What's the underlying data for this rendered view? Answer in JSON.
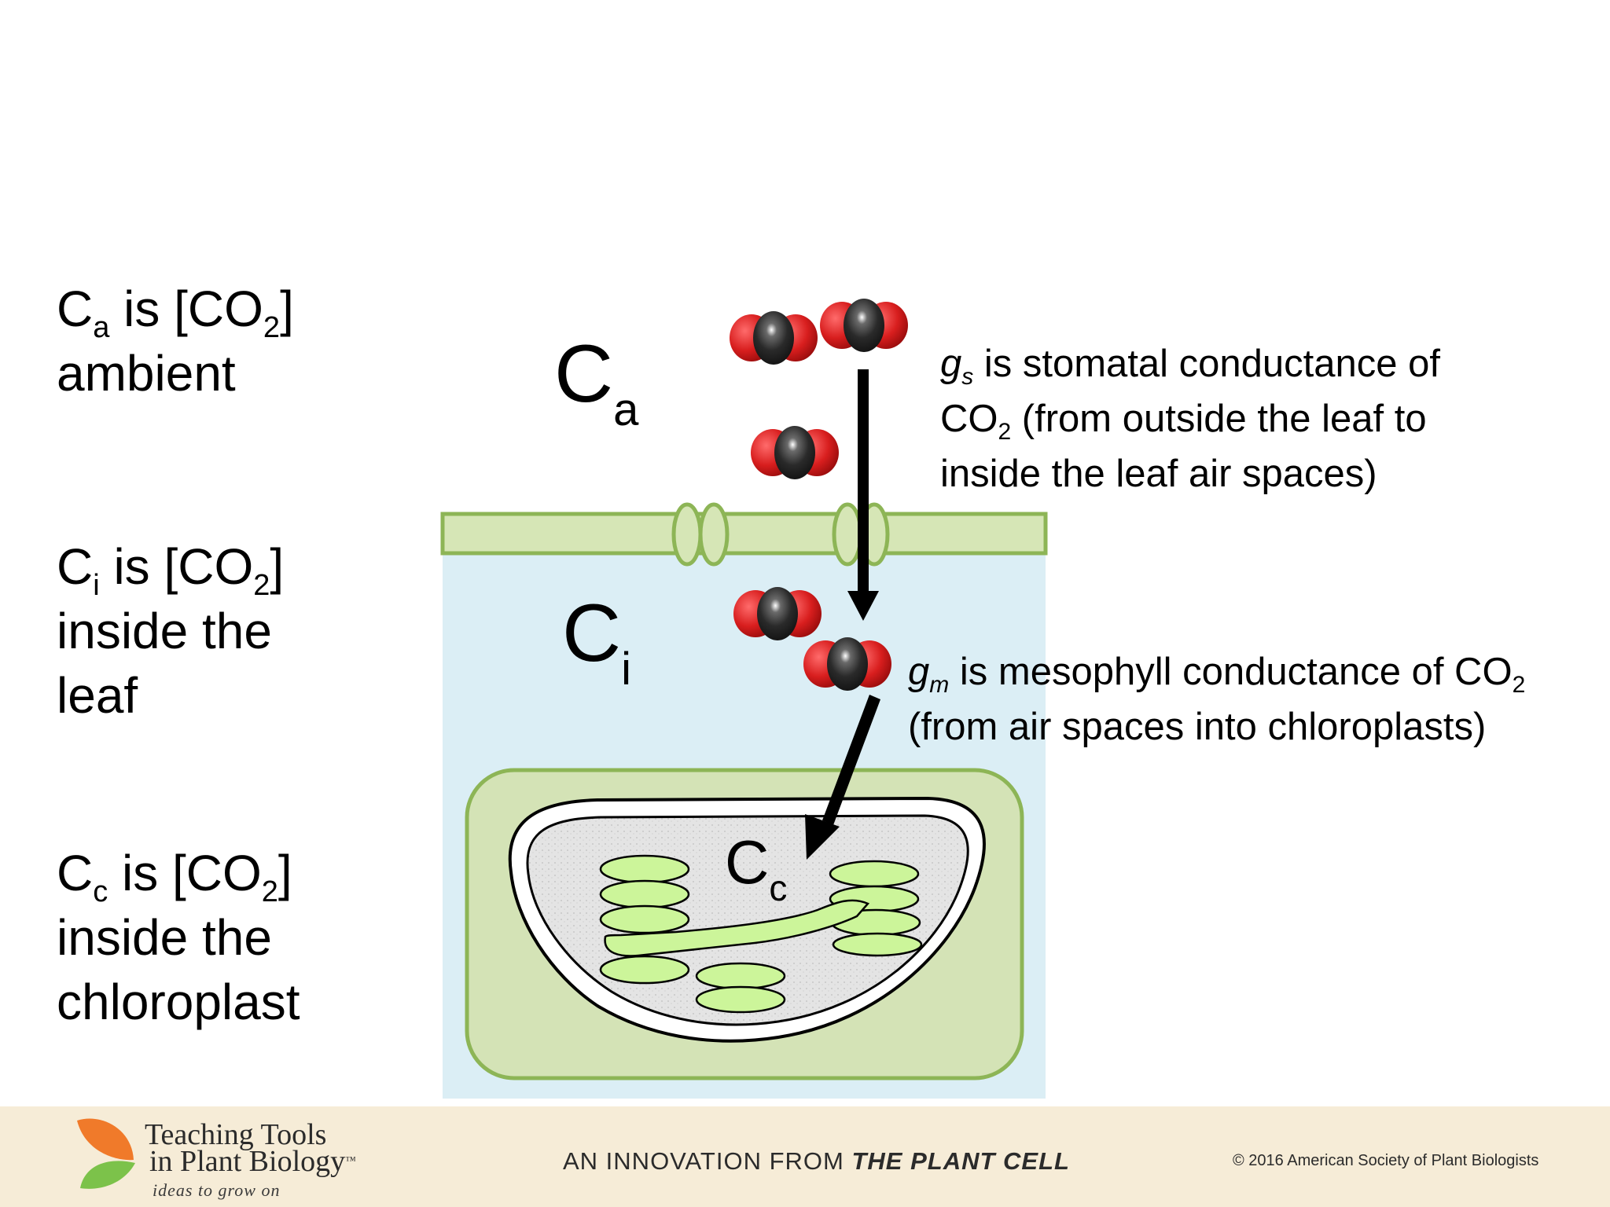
{
  "left_labels": {
    "ca": {
      "sym": "C",
      "sub": "a",
      "text": " is [CO",
      "sub2": "2",
      "close": "]",
      "line2": "ambient"
    },
    "ci": {
      "sym": "C",
      "sub": "i",
      "text": " is [CO",
      "sub2": "2",
      "close": "]",
      "line2": "inside the",
      "line3": "leaf"
    },
    "cc": {
      "sym": "C",
      "sub": "c",
      "text": " is [CO",
      "sub2": "2",
      "close": "]",
      "line2": "inside the",
      "line3": "chloroplast"
    }
  },
  "diagram": {
    "ca": {
      "sym": "C",
      "sub": "a"
    },
    "ci": {
      "sym": "C",
      "sub": "i"
    },
    "cc": {
      "sym": "C",
      "sub": "c"
    },
    "colors": {
      "leaf_interior": "#dbeef5",
      "epidermis": "#d6e6b6",
      "outline_green": "#8db556",
      "cell_fill": "#d4e3b6",
      "thylakoid": "#ccf59a",
      "oxygen": "#d62424",
      "carbon": "#262626"
    }
  },
  "annotations": {
    "gs": {
      "sym": "g",
      "sub": "s",
      "line1": " is stomatal conductance of",
      "co": "CO",
      "co_sub": "2",
      "line2": " (from outside the leaf to",
      "line3": "inside the leaf air spaces)"
    },
    "gm": {
      "sym": "g",
      "sub": "m",
      "line1": " is mesophyll conductance of CO",
      "co_sub": "2",
      "line2": "(from air spaces into chloroplasts)"
    }
  },
  "footer": {
    "logo_line1": "Teaching Tools",
    "logo_line2": "in Plant Biology",
    "tm": "™",
    "tagline": "ideas to grow on",
    "innovation_prefix": "AN INNOVATION FROM ",
    "innovation_brand": "THE PLANT CELL",
    "copyright": "©  2016 American Society of Plant Biologists"
  }
}
